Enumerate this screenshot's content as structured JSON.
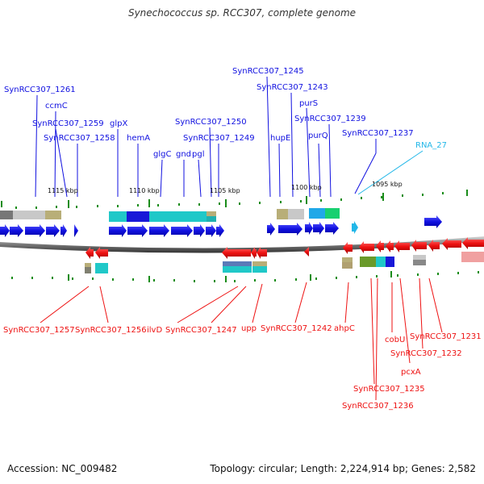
{
  "title": "Synechococcus sp. RCC307, complete genome",
  "footer": {
    "accession": "Accession: NC_009482",
    "summary": "Topology: circular; Length: 2,224,914 bp; Genes: 2,582"
  },
  "colors": {
    "forward": "#1010e0",
    "reverse": "#ee1111",
    "rna": "#22b7e8",
    "backbone": "#777777",
    "tick": "#1a8c1a"
  },
  "ticks": [
    {
      "label": "1115 kbp"
    },
    {
      "label": "1110 kbp"
    },
    {
      "label": "1105 kbp"
    },
    {
      "label": "1100 kbp"
    },
    {
      "label": "1095 kbp"
    }
  ],
  "labels_top": [
    {
      "text": "SynRCC307_1261",
      "color": "#1010e0"
    },
    {
      "text": "ccmC",
      "color": "#1010e0"
    },
    {
      "text": "SynRCC307_1259",
      "color": "#1010e0"
    },
    {
      "text": "SynRCC307_1258",
      "color": "#1010e0"
    },
    {
      "text": "glpX",
      "color": "#1010e0"
    },
    {
      "text": "hemA",
      "color": "#1010e0"
    },
    {
      "text": "glgC",
      "color": "#1010e0"
    },
    {
      "text": "gnd",
      "color": "#1010e0"
    },
    {
      "text": "pgl",
      "color": "#1010e0"
    },
    {
      "text": "SynRCC307_1250",
      "color": "#1010e0"
    },
    {
      "text": "SynRCC307_1249",
      "color": "#1010e0"
    },
    {
      "text": "SynRCC307_1245",
      "color": "#1010e0"
    },
    {
      "text": "SynRCC307_1243",
      "color": "#1010e0"
    },
    {
      "text": "purS",
      "color": "#1010e0"
    },
    {
      "text": "hupE",
      "color": "#1010e0"
    },
    {
      "text": "SynRCC307_1239",
      "color": "#1010e0"
    },
    {
      "text": "purQ",
      "color": "#1010e0"
    },
    {
      "text": "SynRCC307_1237",
      "color": "#1010e0"
    },
    {
      "text": "RNA_27",
      "color": "#22b7e8"
    }
  ],
  "labels_bottom": [
    {
      "text": "SynRCC307_1257",
      "color": "#ee1111"
    },
    {
      "text": "SynRCC307_1256",
      "color": "#ee1111"
    },
    {
      "text": "ilvD",
      "color": "#ee1111"
    },
    {
      "text": "SynRCC307_1247",
      "color": "#ee1111"
    },
    {
      "text": "upp",
      "color": "#ee1111"
    },
    {
      "text": "SynRCC307_1242",
      "color": "#ee1111"
    },
    {
      "text": "ahpC",
      "color": "#ee1111"
    },
    {
      "text": "cobU",
      "color": "#ee1111"
    },
    {
      "text": "SynRCC307_1231",
      "color": "#ee1111"
    },
    {
      "text": "SynRCC307_1232",
      "color": "#ee1111"
    },
    {
      "text": "pcxA",
      "color": "#ee1111"
    },
    {
      "text": "SynRCC307_1235",
      "color": "#ee1111"
    },
    {
      "text": "SynRCC307_1236",
      "color": "#ee1111"
    }
  ]
}
